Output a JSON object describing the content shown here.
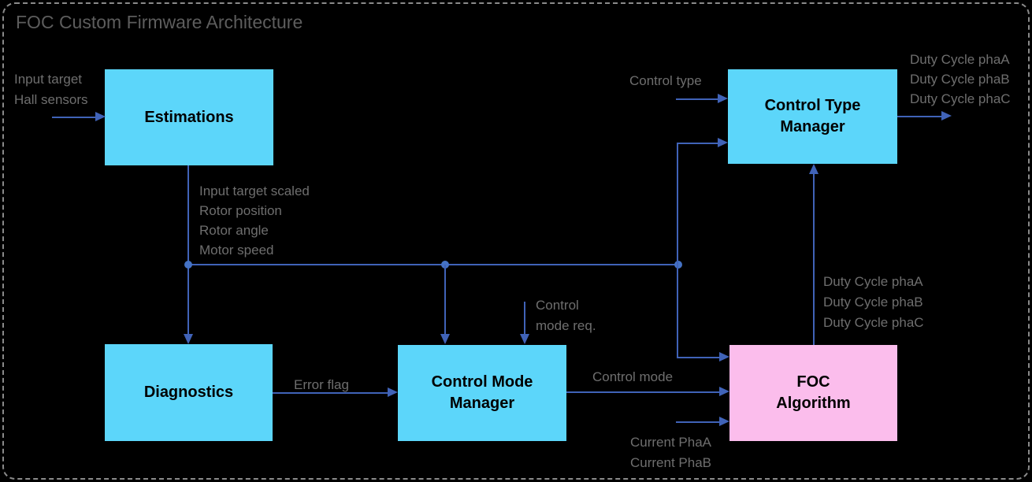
{
  "title": "FOC Custom Firmware Architecture",
  "colors": {
    "background": "#000000",
    "frame_border": "#8A8A8A",
    "block_cyan": "#5CD6FA",
    "block_pink": "#FBBDEC",
    "connector_blue": "#4063B8",
    "junction_blue": "#4472C4",
    "title_gray": "#5D5D5D",
    "label_gray": "#6E6E6E"
  },
  "blocks": {
    "estimations": {
      "label": "Estimations"
    },
    "diagnostics": {
      "label": "Diagnostics"
    },
    "control_mode_manager": {
      "line1": "Control Mode",
      "line2": "Manager"
    },
    "control_type_manager": {
      "line1": "Control Type",
      "line2": "Manager"
    },
    "foc_algorithm": {
      "line1": "FOC",
      "line2": "Algorithm"
    }
  },
  "labels": {
    "estimations_inputs": [
      "Input target",
      "Hall sensors"
    ],
    "estimations_outputs": [
      "Input target scaled",
      "Rotor position",
      "Rotor angle",
      "Motor speed"
    ],
    "control_type_input": "Control type",
    "duty_cycle_outputs": [
      "Duty Cycle phaA",
      "Duty Cycle phaB",
      "Duty Cycle phaC"
    ],
    "control_mode_request": [
      "Control",
      "mode req."
    ],
    "error_flag": "Error flag",
    "control_mode": "Control mode",
    "foc_duty_outputs": [
      "Duty Cycle phaA",
      "Duty Cycle phaB",
      "Duty Cycle phaC"
    ],
    "current_inputs": [
      "Current PhaA",
      "Current PhaB"
    ]
  }
}
